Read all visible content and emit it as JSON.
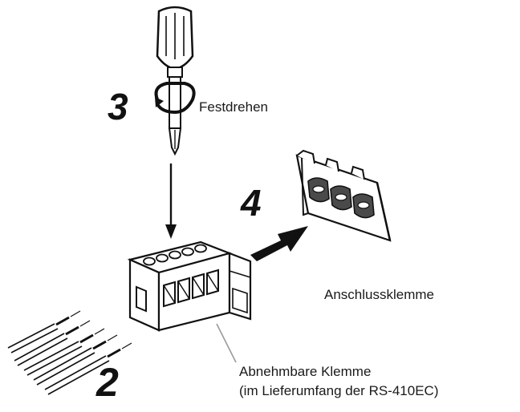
{
  "steps": {
    "step2": "2",
    "step3": "3",
    "step4": "4"
  },
  "labels": {
    "tighten": "Festdrehen",
    "terminal": "Anschlussklemme",
    "removable_line1": "Abnehmbare Klemme",
    "removable_line2": "(im Lieferumfang der RS-410EC)"
  },
  "colors": {
    "ink": "#111111",
    "fill_light": "#ffffff",
    "fill_gray": "#d9d9d9",
    "fill_dark": "#4a4a4a",
    "leader": "#9a9a9a"
  }
}
